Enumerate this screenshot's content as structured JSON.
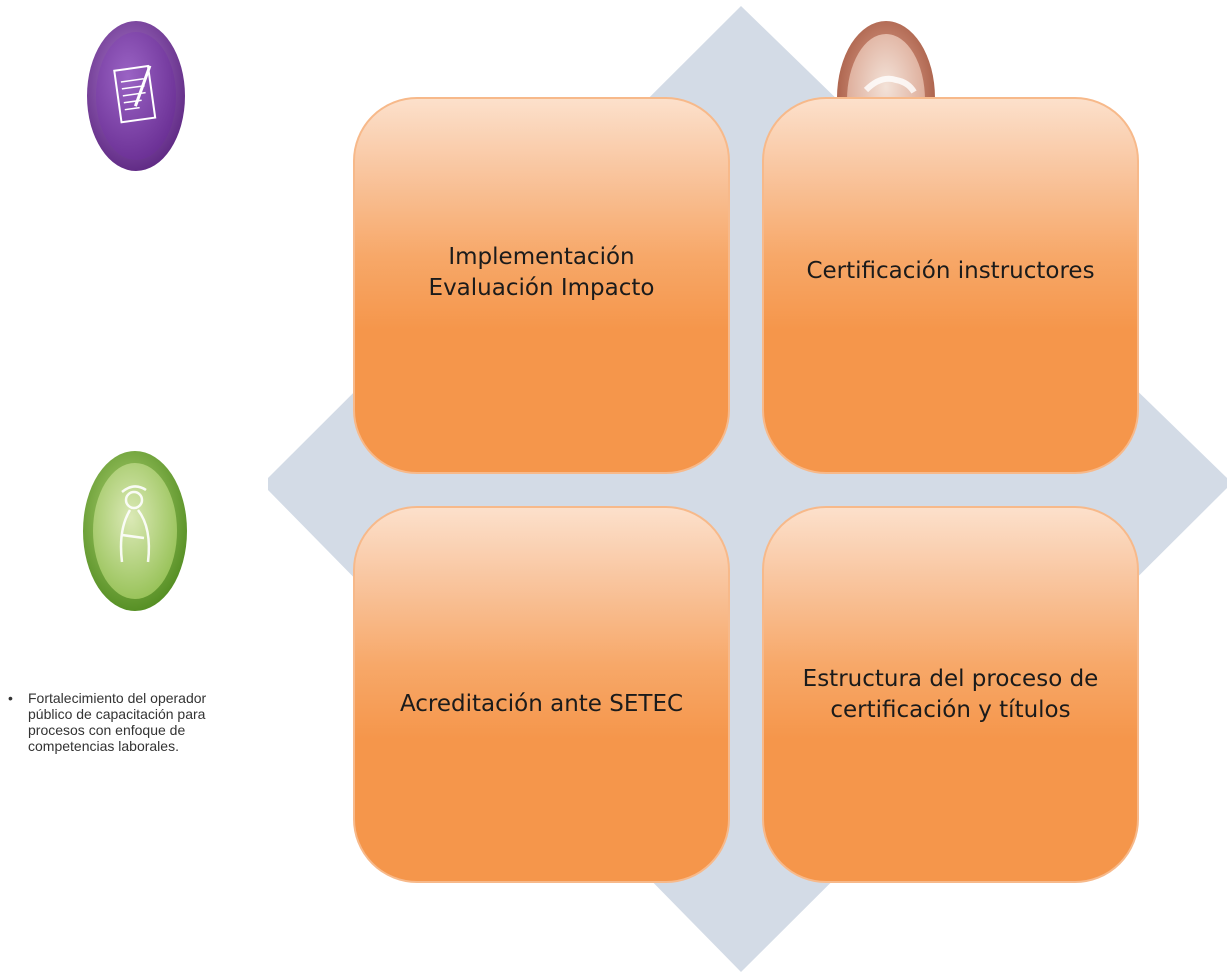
{
  "diagram": {
    "boxes": [
      {
        "id": "top-left",
        "label": "Implementación Evaluación Impacto",
        "lines": [
          "Implementación",
          "Evaluación Impacto"
        ]
      },
      {
        "id": "top-right",
        "label": "Certificación instructores",
        "lines": [
          "Certificación instructores"
        ]
      },
      {
        "id": "bottom-left",
        "label": "Acreditación ante SETEC",
        "lines": [
          "Acreditación ante SETEC"
        ]
      },
      {
        "id": "bottom-right",
        "label": "Estructura del proceso de certificación y títulos",
        "lines": [
          "Estructura del proceso de",
          "certificación y títulos"
        ]
      }
    ],
    "colors": {
      "box_fill": "#f5964b",
      "box_top": "#fce0cb",
      "diamond": "#d3dbe6",
      "purple_icon": "#7b3fa0",
      "green_icon": "#6aa22c",
      "brown_icon": "#b5705a"
    },
    "icons": [
      "document-pencil-icon",
      "worker-icon",
      "hand-icon"
    ]
  },
  "side_note": {
    "bullet": "•",
    "text": "Fortalecimiento del operador público de capacitación para procesos con enfoque de competencias laborales."
  }
}
